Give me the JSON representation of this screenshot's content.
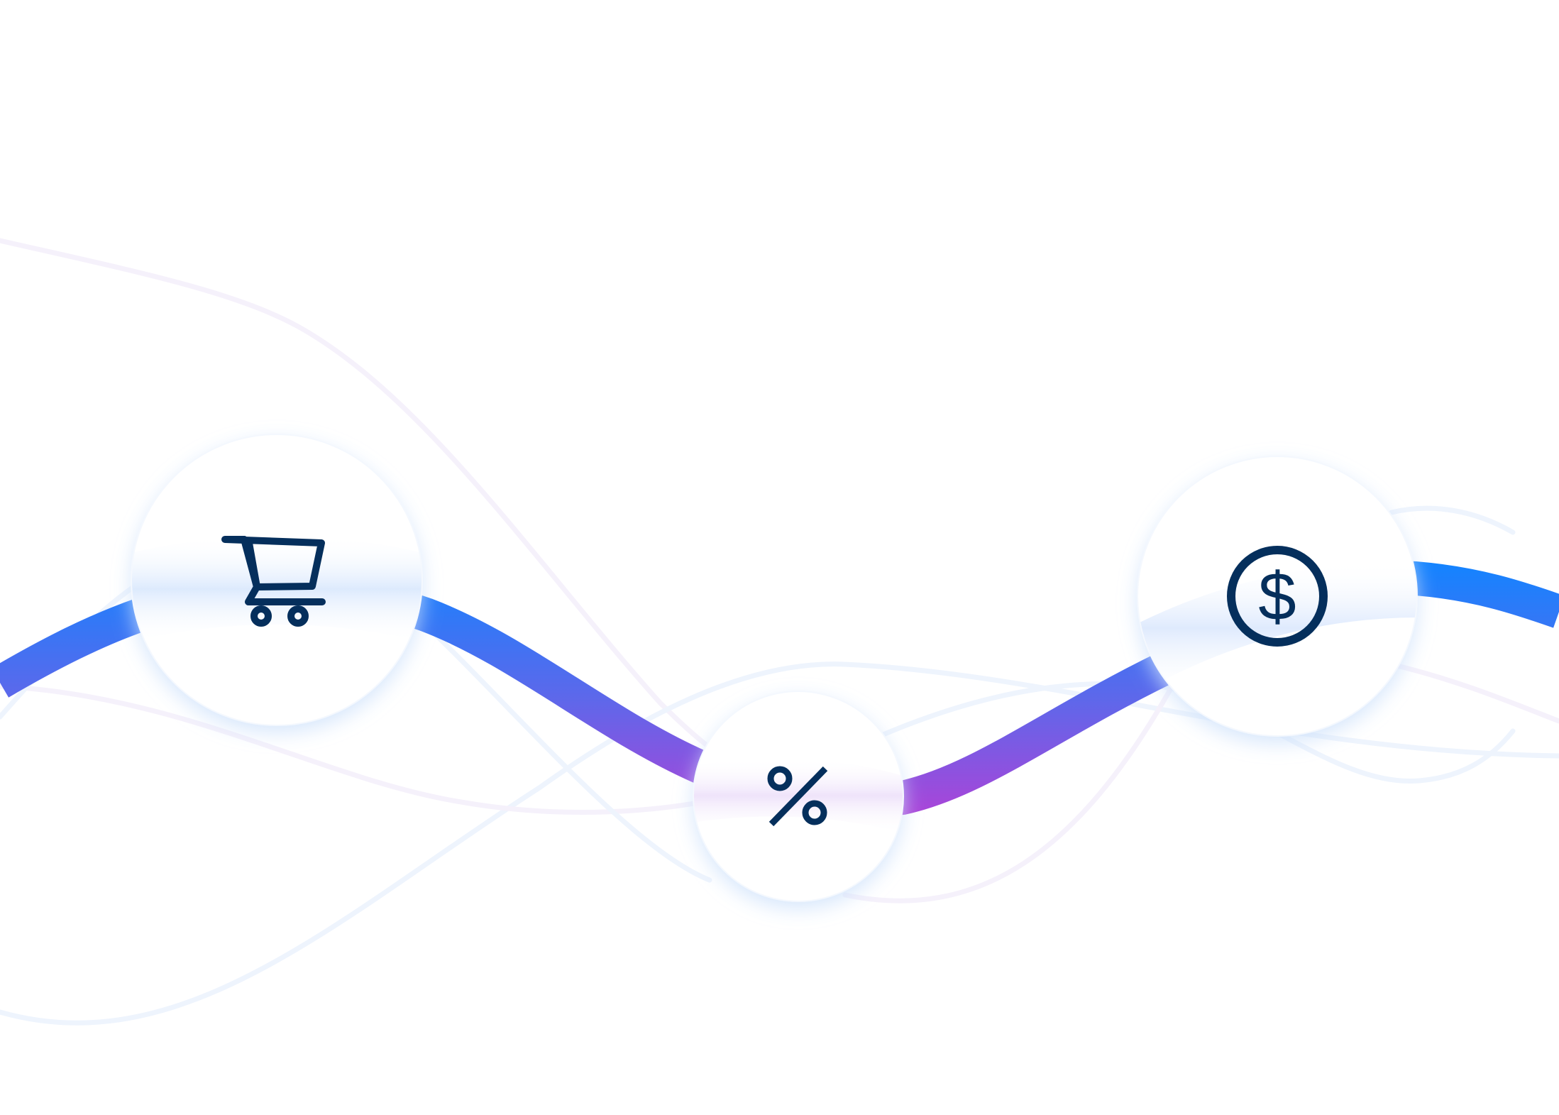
{
  "illustration": {
    "background": "#ffffff",
    "wave": {
      "gradient_top": "#1284ff",
      "gradient_bottom": "#a946d9",
      "stroke_width": 48
    },
    "icon_color": "#052f5c",
    "nodes": [
      {
        "id": "cart",
        "icon": "shopping-cart-icon",
        "label": "Shopping cart",
        "glow": "#dbe9fd"
      },
      {
        "id": "percent",
        "icon": "percent-icon",
        "label": "Percent",
        "glow": "#efe4fa"
      },
      {
        "id": "dollar",
        "icon": "dollar-coin-icon",
        "label": "Dollar coin",
        "glow": "#dde9fd"
      }
    ],
    "faint_line_colors": [
      "#eef4fd",
      "#f5f1fb"
    ]
  }
}
